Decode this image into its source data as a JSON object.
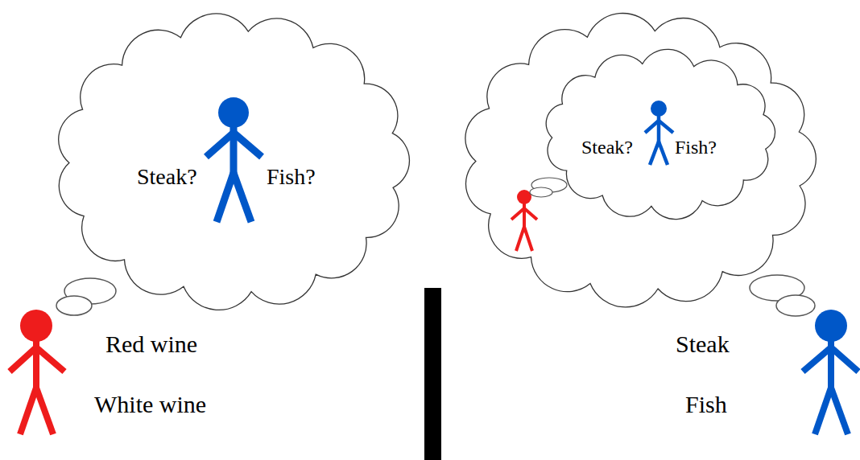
{
  "diagram": {
    "nodes": [
      {
        "text": [
          "Steak?",
          "Fish?"
        ]
      },
      {
        "text": []
      },
      {
        "text": [
          "Steak?",
          "Fish?"
        ],
        "in": 1
      }
    ],
    "labels": [
      "Red wine",
      "White wine",
      "Steak",
      "Fish"
    ]
  }
}
